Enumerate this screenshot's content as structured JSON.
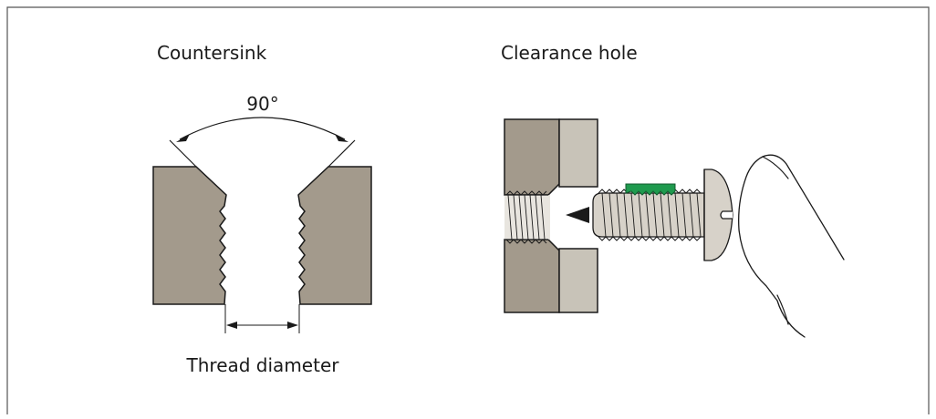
{
  "labels": {
    "countersink": "Countersink",
    "angle": "90°",
    "thread_diameter": "Thread diameter",
    "clearance_hole": "Clearance hole"
  },
  "colors": {
    "frame": "#555555",
    "material_dark": "#a39a8c",
    "material_light": "#c8c3b8",
    "screw_body": "#d7d2c9",
    "screw_thread_dark": "#b5afa5",
    "thread_lock_patch": "#1f9a4e",
    "outline": "#1a1a1a"
  }
}
